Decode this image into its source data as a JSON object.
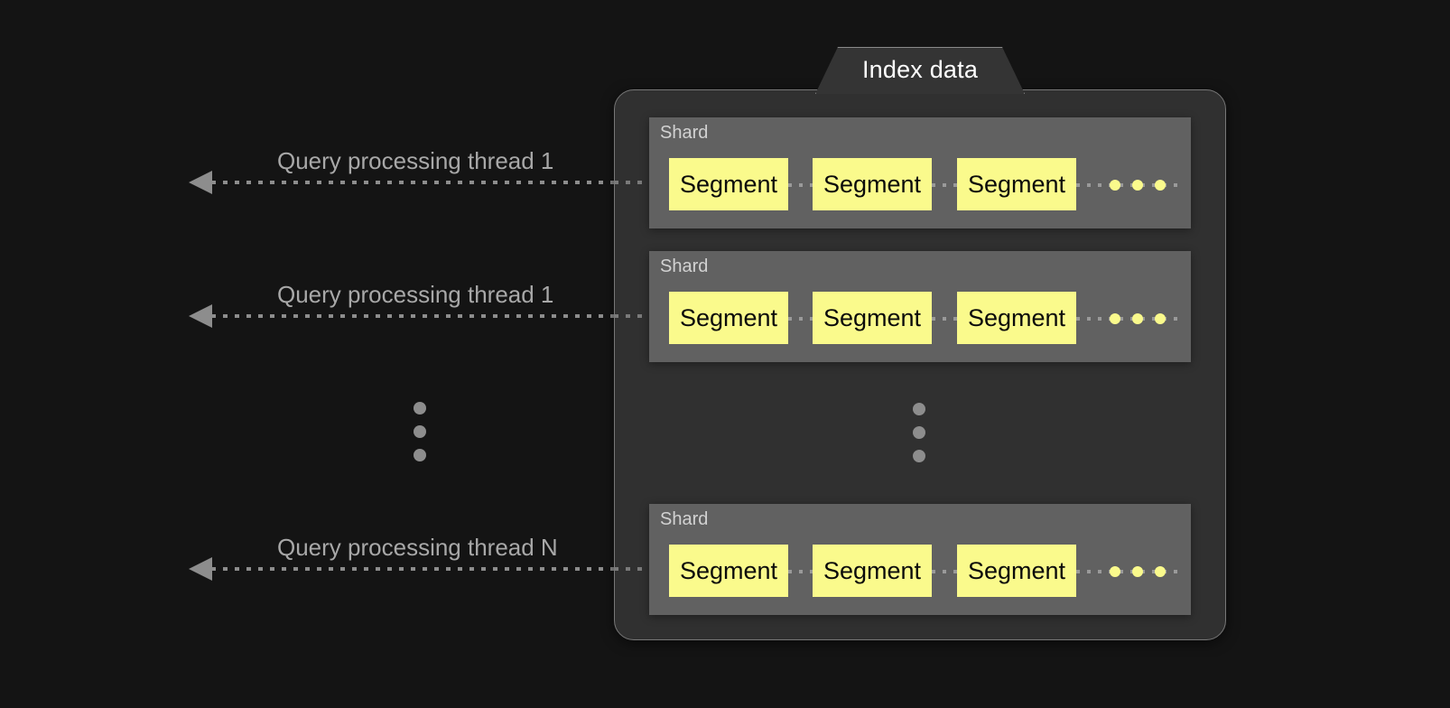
{
  "diagram": {
    "title": "Index data",
    "background_color": "#141414",
    "panel_color": "#303030",
    "shard_color": "#616161",
    "segment_color": "#fafa8c",
    "accent_text_color": "#a8a8a8"
  },
  "threads": [
    {
      "label": "Query processing thread 1",
      "arrow": "left-arrow-icon"
    },
    {
      "label": "Query processing thread 1",
      "arrow": "left-arrow-icon"
    },
    {
      "label": "Query processing thread N",
      "arrow": "left-arrow-icon"
    }
  ],
  "shards": [
    {
      "label": "Shard",
      "segments": [
        {
          "label": "Segment"
        },
        {
          "label": "Segment"
        },
        {
          "label": "Segment"
        }
      ],
      "more_indicator": "three-yellow-dots"
    },
    {
      "label": "Shard",
      "segments": [
        {
          "label": "Segment"
        },
        {
          "label": "Segment"
        },
        {
          "label": "Segment"
        }
      ],
      "more_indicator": "three-yellow-dots"
    },
    {
      "label": "Shard",
      "segments": [
        {
          "label": "Segment"
        },
        {
          "label": "Segment"
        },
        {
          "label": "Segment"
        }
      ],
      "more_indicator": "three-yellow-dots"
    }
  ],
  "ellipsis": {
    "left": "vertical-ellipsis",
    "panel": "vertical-ellipsis"
  },
  "chart_data": {
    "type": "diagram",
    "title": "Index data",
    "description": "Query processing threads each read one shard; each shard contains multiple segments.",
    "nodes": [
      {
        "id": "thread-1",
        "label": "Query processing thread 1",
        "type": "thread"
      },
      {
        "id": "thread-2",
        "label": "Query processing thread 1",
        "type": "thread"
      },
      {
        "id": "thread-n",
        "label": "Query processing thread N",
        "type": "thread"
      },
      {
        "id": "shard-1",
        "label": "Shard",
        "type": "shard",
        "segments": 3,
        "segments_truncated": true
      },
      {
        "id": "shard-2",
        "label": "Shard",
        "type": "shard",
        "segments": 3,
        "segments_truncated": true
      },
      {
        "id": "shard-n",
        "label": "Shard",
        "type": "shard",
        "segments": 3,
        "segments_truncated": true
      }
    ],
    "edges": [
      {
        "from": "shard-1",
        "to": "thread-1",
        "style": "dotted-arrow"
      },
      {
        "from": "shard-2",
        "to": "thread-2",
        "style": "dotted-arrow"
      },
      {
        "from": "shard-n",
        "to": "thread-n",
        "style": "dotted-arrow"
      }
    ]
  }
}
